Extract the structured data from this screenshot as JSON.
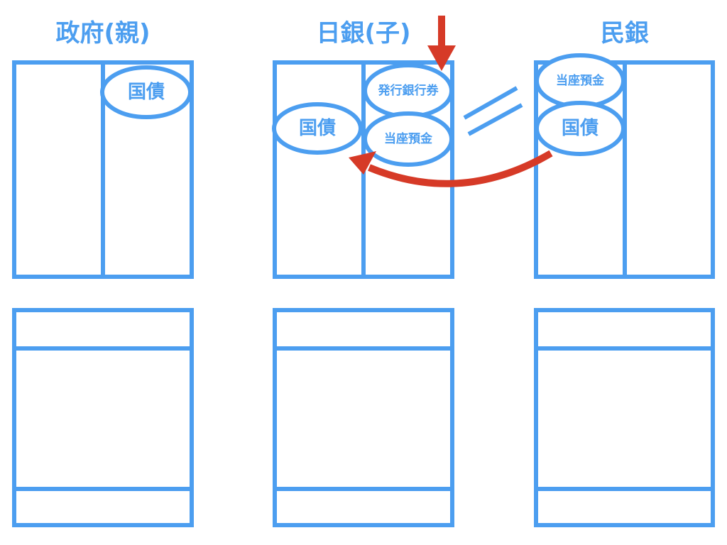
{
  "titles": {
    "government": "政府(親)",
    "boj": "日銀(子)",
    "private_bank": "民銀"
  },
  "government": {
    "liability_item": "国債"
  },
  "boj": {
    "asset_item": "国債",
    "liability_items": [
      "発行銀行券",
      "当座預金"
    ]
  },
  "private_bank": {
    "asset_items": [
      "当座預金",
      "国債"
    ]
  },
  "colors": {
    "blue": "#4c9ef0",
    "red": "#d63a27"
  }
}
